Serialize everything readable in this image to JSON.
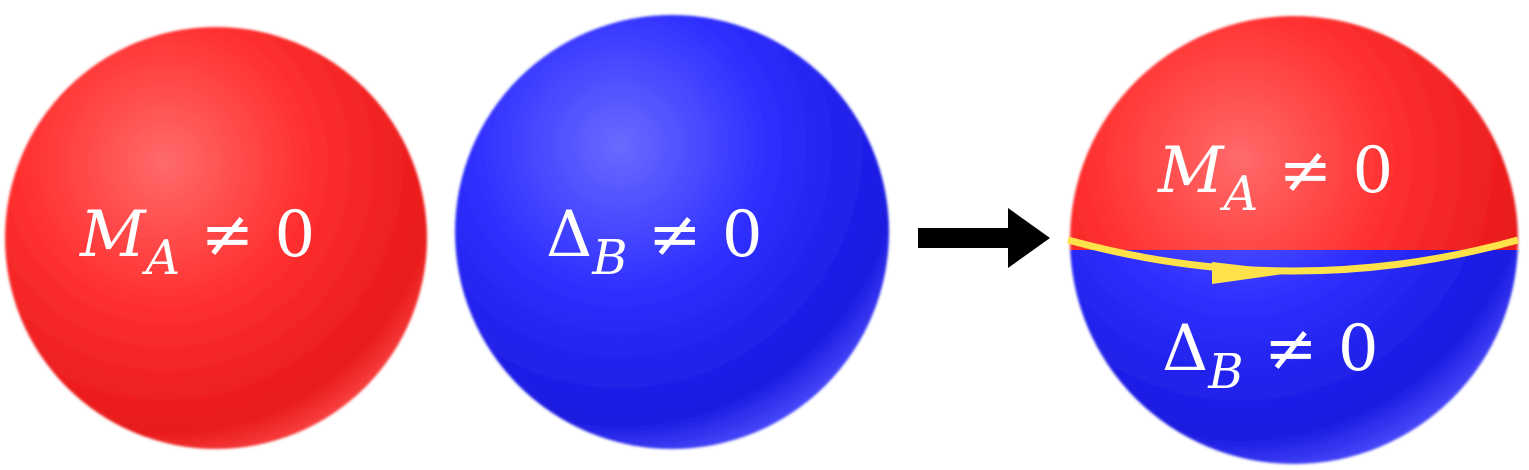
{
  "spheres": {
    "magnet": {
      "symbol": "M",
      "subscript": "A",
      "relation": " ≠ 0",
      "color": "#ff2a2a"
    },
    "superconductor": {
      "symbol": "Δ",
      "subscript": "B",
      "relation": " ≠ 0",
      "color": "#2020f0"
    },
    "heterostructure": {
      "top": {
        "symbol": "M",
        "subscript": "A",
        "relation": " ≠ 0",
        "color": "#ff2a2a"
      },
      "bottom": {
        "symbol": "Δ",
        "subscript": "B",
        "relation": " ≠ 0",
        "color": "#2020f0"
      },
      "interface_color": "#ffe24a"
    }
  },
  "arrow": {
    "icon": "right-arrow-icon",
    "color": "#000000"
  }
}
